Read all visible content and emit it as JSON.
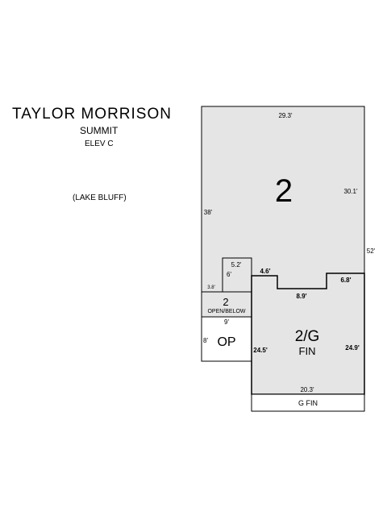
{
  "header": {
    "builder": "TAYLOR MORRISON",
    "model": "SUMMIT",
    "elevation": "ELEV C",
    "community": "(LAKE BLUFF)"
  },
  "plan": {
    "areas": {
      "second_floor": "2",
      "open_below_number": "2",
      "open_below_label": "OPEN/BELOW",
      "porch": "OP",
      "garage_upper": "2/G",
      "garage_upper_sub": "FIN",
      "garage_lower": "G FIN"
    },
    "dimensions": {
      "top_width": "29.3'",
      "right_inner": "30.1'",
      "left_height": "38'",
      "right_total": "52'",
      "stair_width": "5.2'",
      "stair_depth": "6'",
      "stair_left": "3.8'",
      "notch_left": "4.6'",
      "notch_mid": "8.9'",
      "notch_right": "6.8'",
      "porch_width": "9'",
      "porch_depth": "8'",
      "garage_left": "24.5'",
      "garage_right": "24.9'",
      "garage_width": "20.3'"
    },
    "colors": {
      "fill": "#e5e5e5",
      "line": "#000000"
    }
  }
}
